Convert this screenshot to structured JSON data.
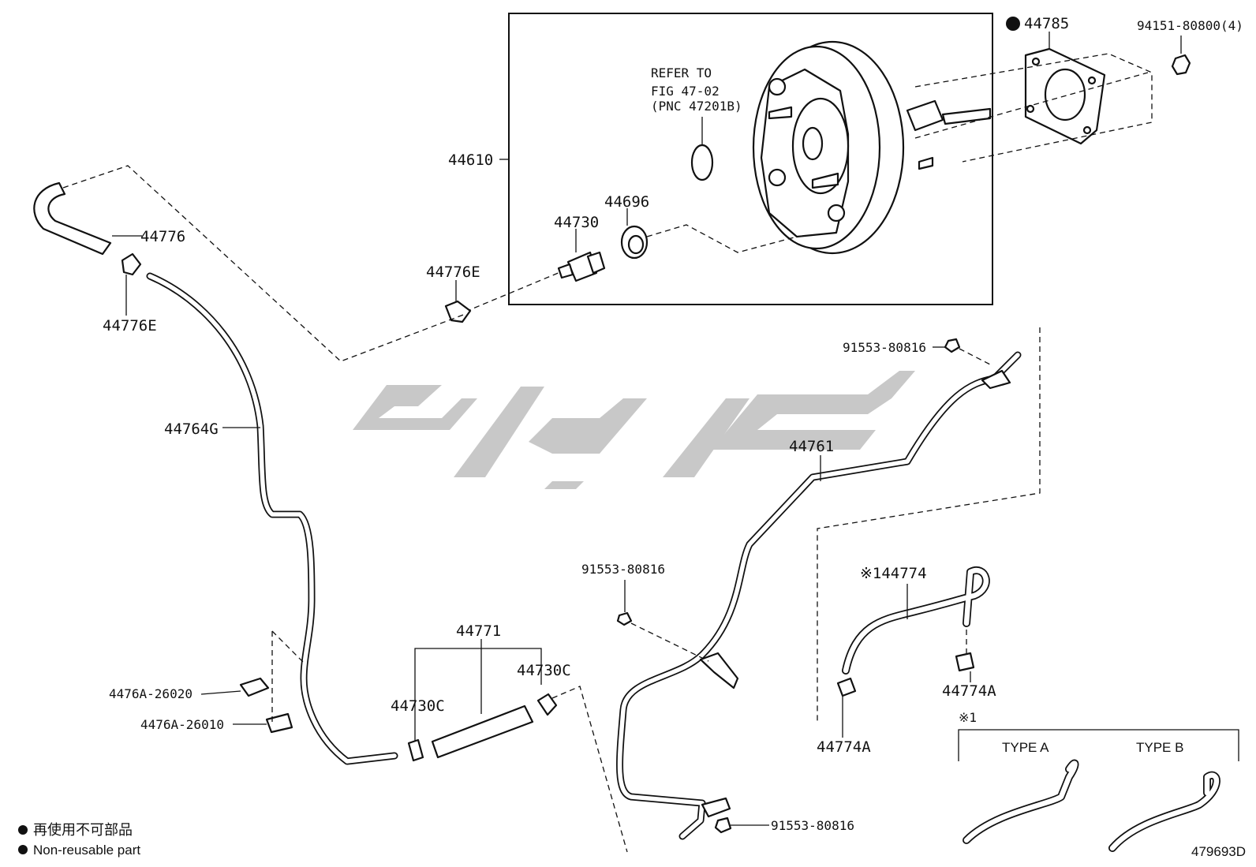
{
  "diagram": {
    "labels": {
      "p44785": "44785",
      "p94151": "94151-80800(4)",
      "refer1": "REFER TO",
      "refer2": "FIG 47-02",
      "refer3": "(PNC 47201B)",
      "p44610": "44610",
      "p44696": "44696",
      "p44730": "44730",
      "p44776E_a": "44776E",
      "p44776": "44776",
      "p44776E_b": "44776E",
      "p44764G": "44764G",
      "p91553_a": "91553-80816",
      "p44761": "44761",
      "p91553_b": "91553-80816",
      "p44774": "※144774",
      "p44774A_a": "44774A",
      "p44774A_b": "44774A",
      "p44771": "44771",
      "p44730C_a": "44730C",
      "p44730C_b": "44730C",
      "p4476A_26020": "4476A-26020",
      "p4476A_26010": "4476A-26010",
      "p91553_c": "91553-80816",
      "note_mark": "※1",
      "type_a": "TYPE A",
      "type_b": "TYPE B",
      "legend_jp": "再使用不可部品",
      "legend_en": "Non-reusable part",
      "drawing_no": "479693D"
    }
  }
}
